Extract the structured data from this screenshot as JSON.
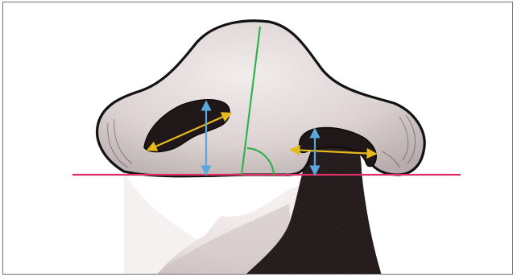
{
  "figure": {
    "subject-icon": "nasal-base-drawing",
    "colors": {
      "baseline": "#e0306a",
      "axis_line": "#31b24f",
      "angle_arc": "#31b24f",
      "width_arrows": "#e6b91c",
      "height_arrows": "#5aa9dc",
      "nostril_fill": "#1f1718",
      "skin_shading": "#d9d0cf",
      "outline": "#111111"
    },
    "measurements": [
      {
        "name": "columella-axis",
        "kind": "angle-reference"
      },
      {
        "name": "left-nostril-width",
        "kind": "length"
      },
      {
        "name": "left-nostril-height",
        "kind": "length"
      },
      {
        "name": "right-nostril-width",
        "kind": "length"
      },
      {
        "name": "right-nostril-height",
        "kind": "length"
      },
      {
        "name": "alar-base-line",
        "kind": "reference-line"
      }
    ]
  }
}
